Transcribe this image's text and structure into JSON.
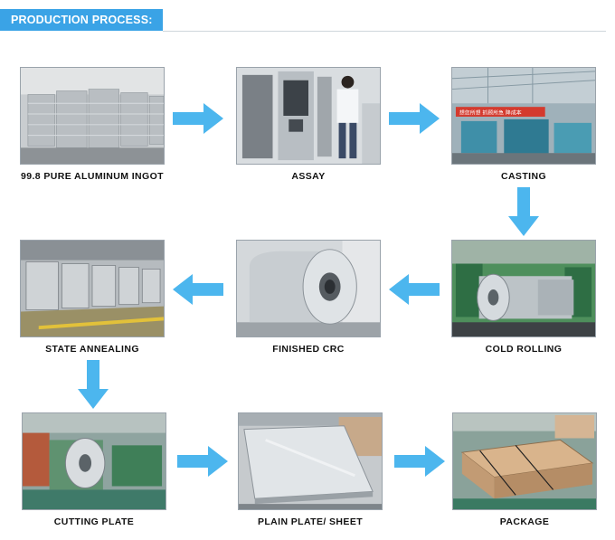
{
  "header": {
    "title": "PRODUCTION PROCESS:"
  },
  "accent_color": "#4cb6ee",
  "steps": [
    {
      "label": "99.8 PURE ALUMINUM INGOT"
    },
    {
      "label": "ASSAY"
    },
    {
      "label": "CASTING"
    },
    {
      "label": "STATE ANNEALING"
    },
    {
      "label": "FINISHED CRC"
    },
    {
      "label": "COLD ROLLING"
    },
    {
      "label": "CUTTING PLATE"
    },
    {
      "label": "PLAIN PLATE/ SHEET"
    },
    {
      "label": "PACKAGE"
    }
  ],
  "signage": {
    "casting_banner": "想您所想  抓顾所急  降成本"
  }
}
